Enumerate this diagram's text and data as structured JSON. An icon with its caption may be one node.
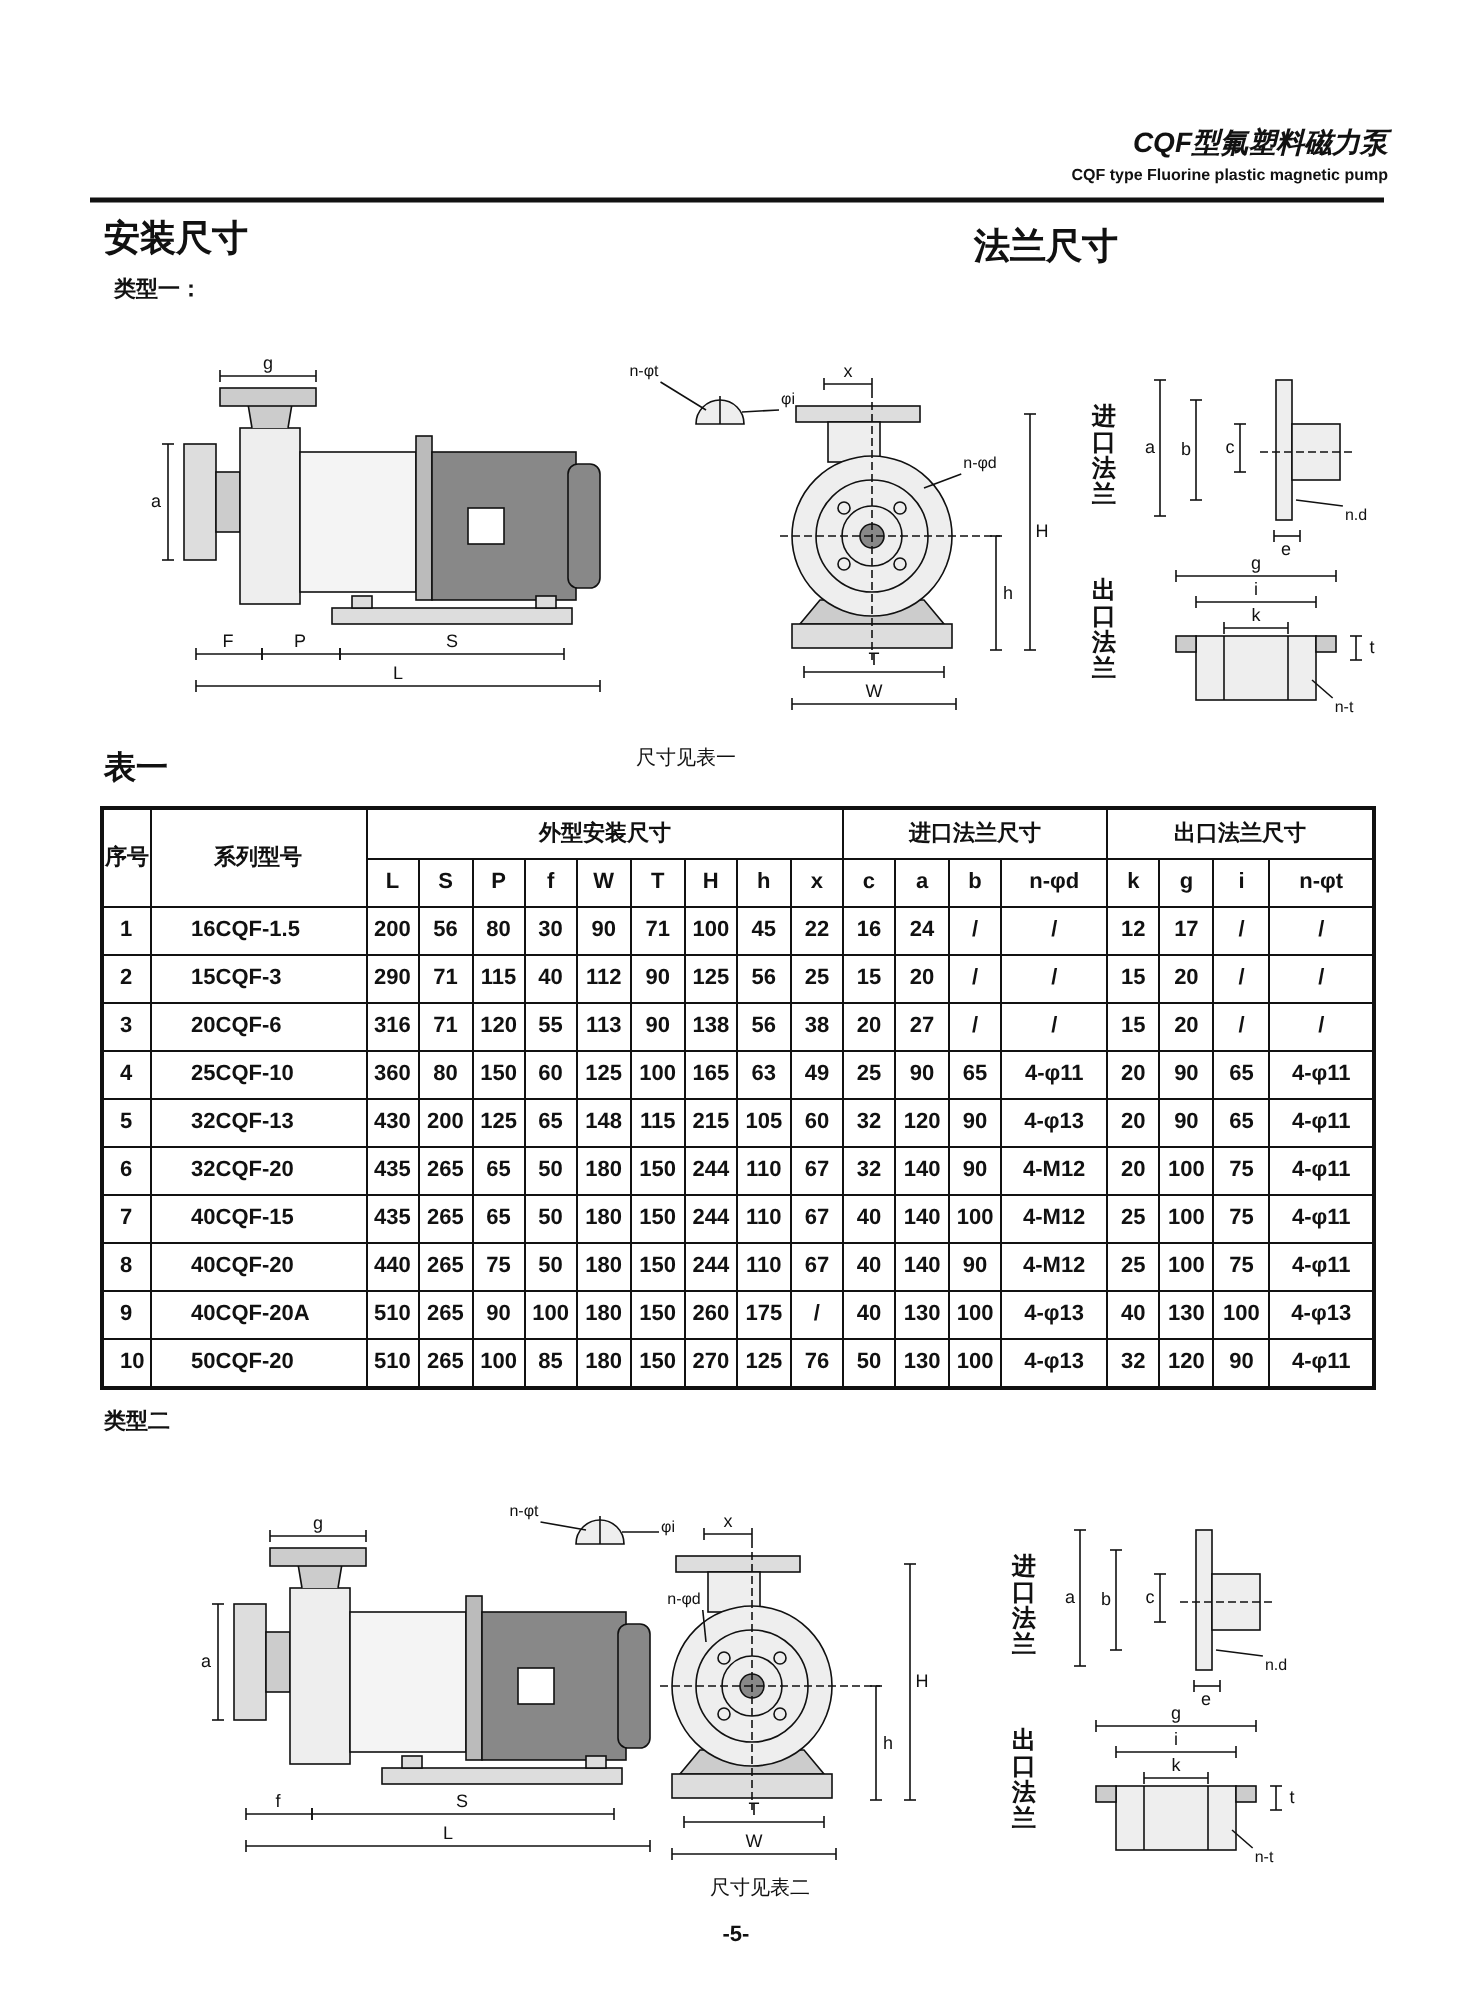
{
  "diagram": {
    "title": "CQF型氟塑料磁力泵",
    "nodes": [
      {
        "text": [
          "n-φt"
        ]
      },
      {
        "text": [
          "φi"
        ]
      },
      {
        "text": [
          "n-φd"
        ]
      },
      {
        "text": [
          "n.d"
        ]
      },
      {
        "text": [
          "n-t"
        ]
      },
      {
        "text": [
          "n-φt"
        ]
      },
      {
        "text": [
          "φi"
        ]
      },
      {
        "text": [
          "n-φd"
        ]
      },
      {
        "text": [
          "n.d"
        ]
      },
      {
        "text": [
          "n-t"
        ]
      },
      {
        "text": [],
        "shape": "semicircle"
      },
      {
        "text": [],
        "shape": "semicircle"
      }
    ],
    "edges": [
      {
        "from": 0,
        "to": 10,
        "arrow": "none"
      },
      {
        "from": 1,
        "to": 10,
        "arrow": "none"
      },
      {
        "from": 2,
        "to": null,
        "arrow": "none"
      },
      {
        "from": 3,
        "to": null,
        "arrow": "none"
      },
      {
        "from": 4,
        "to": null,
        "arrow": "none"
      },
      {
        "from": 5,
        "to": 11,
        "arrow": "none"
      },
      {
        "from": 6,
        "to": 11,
        "arrow": "none"
      },
      {
        "from": 7,
        "to": null,
        "arrow": "none"
      },
      {
        "from": 8,
        "to": null,
        "arrow": "none"
      },
      {
        "from": 9,
        "to": null,
        "arrow": "none"
      }
    ],
    "labels": [
      "CQF type Fluorine plastic magnetic pump",
      "安装尺寸",
      "法兰尺寸",
      "类型一：",
      "g",
      "a",
      "F",
      "P",
      "S",
      "L",
      "x",
      "H",
      "h",
      "T",
      "W",
      "进口法兰",
      "a",
      "b",
      "c",
      "e",
      "出口法兰",
      "g",
      "i",
      "k",
      "t",
      "表一",
      "尺寸见表一",
      "序号",
      "系列型号",
      "外型安装尺寸",
      "进口法兰尺寸",
      "出口法兰尺寸",
      "L",
      "S",
      "P",
      "f",
      "W",
      "T",
      "H",
      "h",
      "x",
      "c",
      "a",
      "b",
      "n-φd",
      "k",
      "g",
      "i",
      "n-φt",
      "1",
      "16CQF-1.5",
      "200",
      "56",
      "80",
      "30",
      "90",
      "71",
      "100",
      "45",
      "22",
      "16",
      "24",
      "/",
      "/",
      "12",
      "17",
      "/",
      "/",
      "2",
      "15CQF-3",
      "290",
      "71",
      "115",
      "40",
      "112",
      "90",
      "125",
      "56",
      "25",
      "15",
      "20",
      "/",
      "/",
      "15",
      "20",
      "/",
      "/",
      "3",
      "20CQF-6",
      "316",
      "71",
      "120",
      "55",
      "113",
      "90",
      "138",
      "56",
      "38",
      "20",
      "27",
      "/",
      "/",
      "15",
      "20",
      "/",
      "/",
      "4",
      "25CQF-10",
      "360",
      "80",
      "150",
      "60",
      "125",
      "100",
      "165",
      "63",
      "49",
      "25",
      "90",
      "65",
      "4-φ11",
      "20",
      "90",
      "65",
      "4-φ11",
      "5",
      "32CQF-13",
      "430",
      "200",
      "125",
      "65",
      "148",
      "115",
      "215",
      "105",
      "60",
      "32",
      "120",
      "90",
      "4-φ13",
      "20",
      "90",
      "65",
      "4-φ11",
      "6",
      "32CQF-20",
      "435",
      "265",
      "65",
      "50",
      "180",
      "150",
      "244",
      "110",
      "67",
      "32",
      "140",
      "90",
      "4-M12",
      "20",
      "100",
      "75",
      "4-φ11",
      "7",
      "40CQF-15",
      "435",
      "265",
      "65",
      "50",
      "180",
      "150",
      "244",
      "110",
      "67",
      "40",
      "140",
      "100",
      "4-M12",
      "25",
      "100",
      "75",
      "4-φ11",
      "8",
      "40CQF-20",
      "440",
      "265",
      "75",
      "50",
      "180",
      "150",
      "244",
      "110",
      "67",
      "40",
      "140",
      "90",
      "4-M12",
      "25",
      "100",
      "75",
      "4-φ11",
      "9",
      "40CQF-20A",
      "510",
      "265",
      "90",
      "100",
      "180",
      "150",
      "260",
      "175",
      "/",
      "40",
      "130",
      "100",
      "4-φ13",
      "40",
      "130",
      "100",
      "4-φ13",
      "10",
      "50CQF-20",
      "510",
      "265",
      "100",
      "85",
      "180",
      "150",
      "270",
      "125",
      "76",
      "50",
      "130",
      "100",
      "4-φ13",
      "32",
      "120",
      "90",
      "4-φ11",
      "类型二",
      "g",
      "a",
      "f",
      "S",
      "L",
      "x",
      "H",
      "h",
      "T",
      "W",
      "尺寸见表二",
      "进口法兰",
      "a",
      "b",
      "c",
      "e",
      "出口法兰",
      "g",
      "i",
      "k",
      "t",
      "-5-"
    ]
  }
}
